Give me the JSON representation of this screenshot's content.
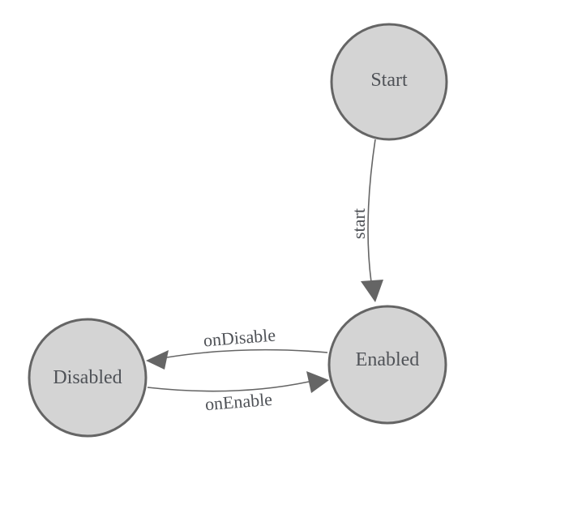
{
  "diagram": {
    "type": "state-machine",
    "background_color": "#ffffff",
    "node_fill_color": "#d4d4d4",
    "node_stroke_color": "#656565",
    "edge_color": "#656565",
    "label_color": "#4f5257",
    "nodes": [
      {
        "id": "start",
        "label": "Start"
      },
      {
        "id": "enabled",
        "label": "Enabled"
      },
      {
        "id": "disabled",
        "label": "Disabled"
      }
    ],
    "edges": [
      {
        "from": "start",
        "to": "enabled",
        "label": "start"
      },
      {
        "from": "enabled",
        "to": "disabled",
        "label": "onDisable"
      },
      {
        "from": "disabled",
        "to": "enabled",
        "label": "onEnable"
      }
    ]
  }
}
